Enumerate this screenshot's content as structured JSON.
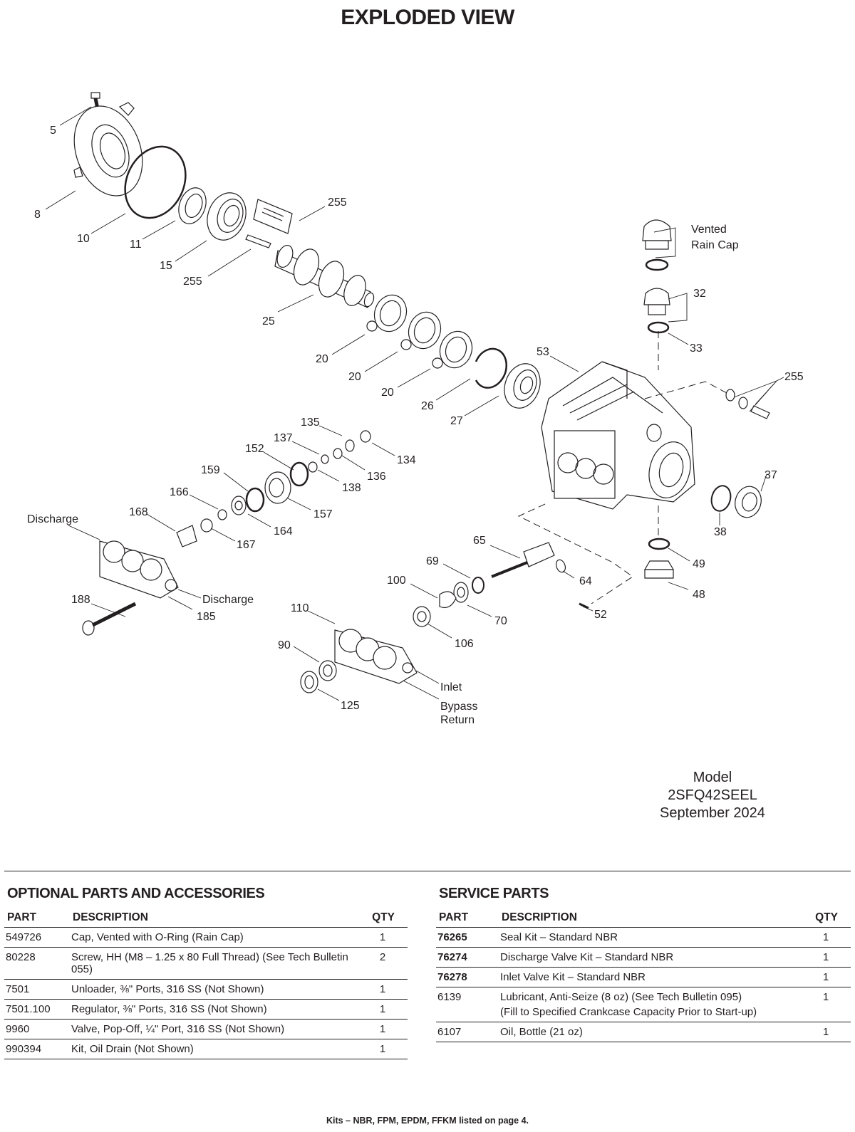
{
  "page_title": "EXPLODED VIEW",
  "callouts": {
    "c5": "5",
    "c8": "8",
    "c10": "10",
    "c11": "11",
    "c15": "15",
    "c255a": "255",
    "c255b": "255",
    "c255c": "255",
    "c25": "25",
    "c20a": "20",
    "c20b": "20",
    "c20c": "20",
    "c26": "26",
    "c27": "27",
    "c53": "53",
    "vented1": "Vented",
    "vented2": "Rain Cap",
    "c32": "32",
    "c33": "33",
    "c37": "37",
    "c38": "38",
    "c49": "49",
    "c48": "48",
    "c135": "135",
    "c137": "137",
    "c152": "152",
    "c134": "134",
    "c136": "136",
    "c138": "138",
    "c159": "159",
    "c166": "166",
    "c157": "157",
    "c168": "168",
    "c164": "164",
    "c167": "167",
    "discharge1": "Discharge",
    "discharge2": "Discharge",
    "c188": "188",
    "c185": "185",
    "c65": "65",
    "c69": "69",
    "c100": "100",
    "c64": "64",
    "c70": "70",
    "c52": "52",
    "c110": "110",
    "c106": "106",
    "c90": "90",
    "c125": "125",
    "inlet": "Inlet",
    "bypass1": "Bypass",
    "bypass2": "Return"
  },
  "model": {
    "label": "Model",
    "number": "2SFQ42SEEL",
    "date": "September 2024"
  },
  "optional": {
    "title": "OPTIONAL PARTS AND ACCESSORIES",
    "headers": {
      "part": "PART",
      "description": "DESCRIPTION",
      "qty": "QTY"
    },
    "rows": [
      {
        "part": "549726",
        "description": "Cap, Vented with O-Ring (Rain Cap)",
        "qty": "1"
      },
      {
        "part": "80228",
        "description": "Screw, HH (M8 – 1.25 x 80 Full Thread) (See Tech Bulletin 055)",
        "qty": "2"
      },
      {
        "part": "7501",
        "description": "Unloader, ⅜\" Ports, 316 SS (Not Shown)",
        "qty": "1"
      },
      {
        "part": "7501.100",
        "description": "Regulator, ⅜\" Ports, 316 SS (Not Shown)",
        "qty": "1"
      },
      {
        "part": "9960",
        "description": "Valve, Pop-Off, ¼\" Port, 316 SS (Not Shown)",
        "qty": "1"
      },
      {
        "part": "990394",
        "description": "Kit, Oil Drain (Not Shown)",
        "qty": "1"
      }
    ]
  },
  "service": {
    "title": "SERVICE PARTS",
    "headers": {
      "part": "PART",
      "description": "DESCRIPTION",
      "qty": "QTY"
    },
    "rows": [
      {
        "part": "76265",
        "description": "Seal Kit – Standard NBR",
        "description2": "",
        "qty": "1",
        "bold": true
      },
      {
        "part": "76274",
        "description": "Discharge Valve Kit – Standard NBR",
        "description2": "",
        "qty": "1",
        "bold": true
      },
      {
        "part": "76278",
        "description": "Inlet Valve Kit – Standard NBR",
        "description2": "",
        "qty": "1",
        "bold": true
      },
      {
        "part": "6139",
        "description": "Lubricant, Anti-Seize (8 oz) (See Tech Bulletin 095)",
        "description2": "(Fill to Specified Crankcase Capacity Prior to Start-up)",
        "qty": "1",
        "bold": false
      },
      {
        "part": "6107",
        "description": "Oil, Bottle (21 oz)",
        "description2": "",
        "qty": "1",
        "bold": false
      }
    ]
  },
  "footer_note": "Kits – NBR, FPM, EPDM, FFKM listed on page 4."
}
